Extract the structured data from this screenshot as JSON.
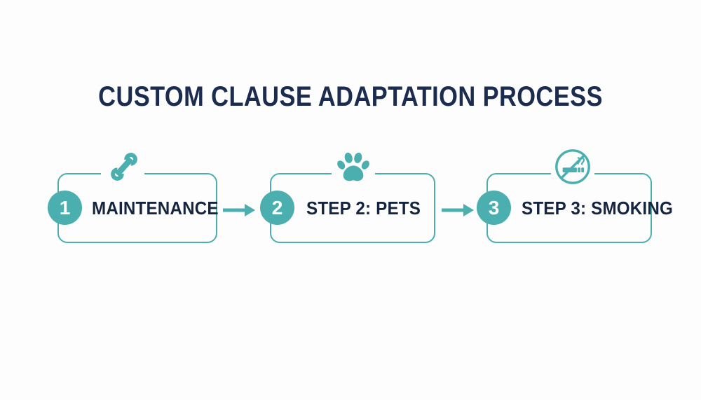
{
  "page": {
    "background_color": "#fdfdfd",
    "accent_color": "#4bafaf",
    "title_color": "#1b2c4f",
    "label_color": "#16253f"
  },
  "header": {
    "title": "CUSTOM CLAUSE ADAPTATION PROCESS"
  },
  "flow": {
    "steps": [
      {
        "number": "1",
        "label": "MAINTENANCE",
        "icon": "wrench-icon"
      },
      {
        "number": "2",
        "label": "STEP 2: PETS",
        "icon": "paw-print-icon"
      },
      {
        "number": "3",
        "label": "STEP 3: SMOKING",
        "icon": "no-smoking-icon"
      }
    ],
    "connectors": [
      {
        "icon": "arrow-right-icon"
      },
      {
        "icon": "arrow-right-icon"
      }
    ]
  }
}
